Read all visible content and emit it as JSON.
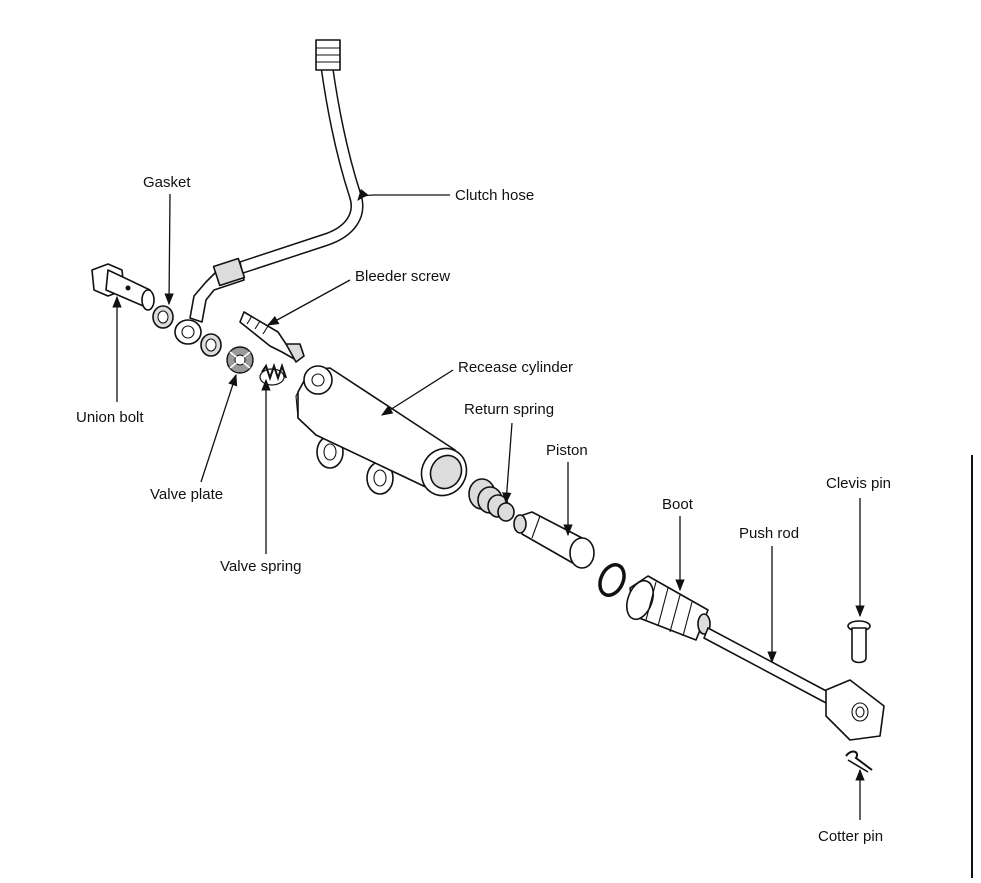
{
  "diagram": {
    "labels": {
      "gasket": "Gasket",
      "clutch_hose": "Clutch hose",
      "bleeder_screw": "Bleeder screw",
      "union_bolt": "Union bolt",
      "recease_cylinder": "Recease cylinder",
      "return_spring": "Return spring",
      "piston": "Piston",
      "valve_plate": "Valve plate",
      "valve_spring": "Valve spring",
      "boot": "Boot",
      "clevis_pin": "Clevis pin",
      "push_rod": "Push rod",
      "cotter_pin": "Cotter pin"
    },
    "colors": {
      "ink": "#111111",
      "shade": "#dcdcdc",
      "background": "#ffffff"
    }
  }
}
